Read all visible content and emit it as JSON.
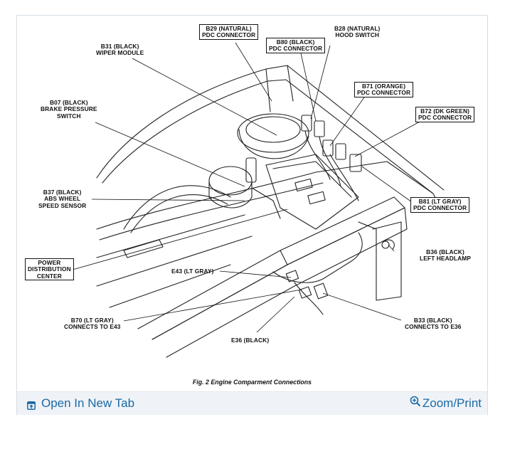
{
  "figure": {
    "caption": "Fig. 2 Engine Comparment Connections",
    "labels": {
      "b29": [
        "B29 (NATURAL)",
        "PDC CONNECTOR"
      ],
      "b28": [
        "B28 (NATURAL)",
        "HOOD SWITCH"
      ],
      "b31": [
        "B31 (BLACK)",
        "WIPER MODULE"
      ],
      "b80": [
        "B80 (BLACK)",
        "PDC CONNECTOR"
      ],
      "b71": [
        "B71 (ORANGE)",
        "PDC CONNECTOR"
      ],
      "b72": [
        "B72 (DK GREEN)",
        "PDC CONNECTOR"
      ],
      "b07": [
        "B07 (BLACK)",
        "BRAKE PRESSURE",
        "SWITCH"
      ],
      "b37": [
        "B37 (BLACK)",
        "ABS WHEEL",
        "SPEED SENSOR"
      ],
      "b81": [
        "B81 (LT GRAY)",
        "PDC CONNECTOR"
      ],
      "pdc": [
        "POWER",
        "DISTRIBUTION",
        "CENTER"
      ],
      "b36": [
        "B36 (BLACK)",
        "LEFT HEADLAMP"
      ],
      "e43": [
        "E43 (LT GRAY)"
      ],
      "b70": [
        "B70 (LT GRAY)",
        "CONNECTS TO E43"
      ],
      "b33": [
        "B33 (BLACK)",
        "CONNECTS TO E36"
      ],
      "e36": [
        "E36 (BLACK)"
      ]
    }
  },
  "toolbar": {
    "open_tab_label": "Open In New Tab",
    "zoom_label": "Zoom/Print"
  },
  "icons": {
    "open_tab": "open-new-tab-icon",
    "zoom": "magnifier-plus-icon"
  },
  "colors": {
    "link": "#1b6aa5",
    "toolbar_bg": "#eff3f7",
    "frame_border": "#d6dde3"
  }
}
